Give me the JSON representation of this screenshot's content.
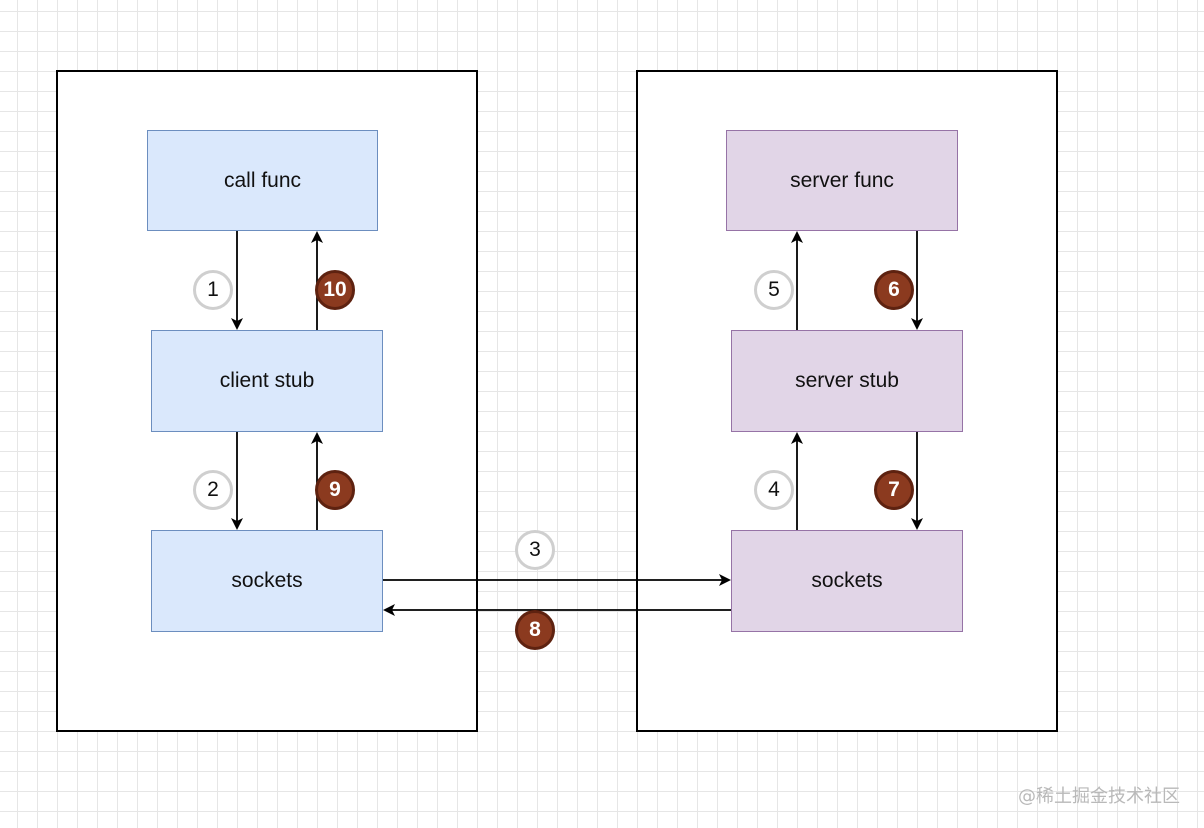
{
  "client": {
    "call_func": "call func",
    "client_stub": "client stub",
    "sockets": "sockets"
  },
  "server": {
    "server_func": "server func",
    "server_stub": "server stub",
    "sockets": "sockets"
  },
  "steps": {
    "s1": "1",
    "s2": "2",
    "s3": "3",
    "s4": "4",
    "s5": "5",
    "s6": "6",
    "s7": "7",
    "s8": "8",
    "s9": "9",
    "s10": "10"
  },
  "colors": {
    "client_fill": "#dae8fc",
    "client_stroke": "#6c8ebf",
    "server_fill": "#e1d5e7",
    "server_stroke": "#9673a6",
    "request_badge": "#ffffff",
    "response_badge": "#8b3a1f"
  },
  "watermark": "@稀土掘金技术社区"
}
